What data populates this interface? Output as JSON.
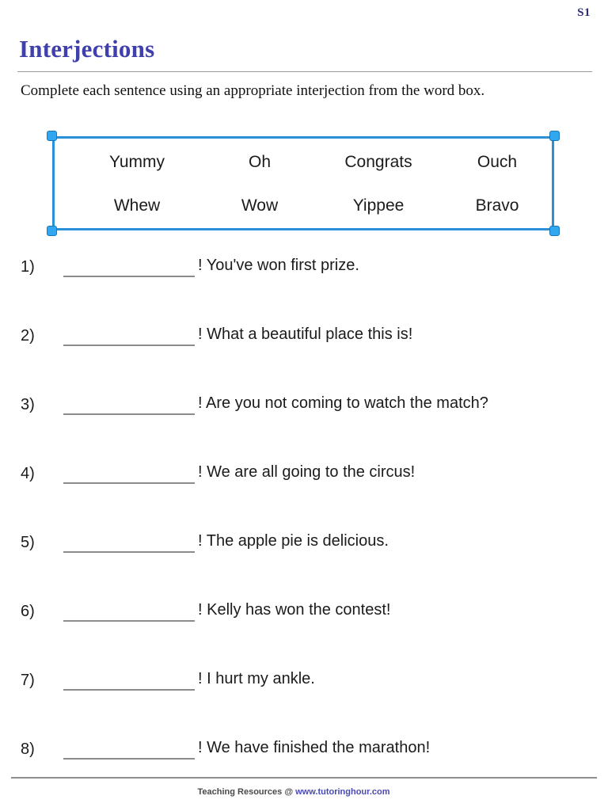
{
  "page_code": "S1",
  "title": "Interjections",
  "instruction": "Complete each sentence using an appropriate interjection from the word box.",
  "word_box": {
    "rows": [
      [
        "Yummy",
        "Oh",
        "Congrats",
        "Ouch"
      ],
      [
        "Whew",
        "Wow",
        "Yippee",
        "Bravo"
      ]
    ]
  },
  "questions": [
    {
      "number": "1)",
      "blank": "",
      "text": "! You've won first prize."
    },
    {
      "number": "2)",
      "blank": "",
      "text": "! What a beautiful place this is!"
    },
    {
      "number": "3)",
      "blank": "",
      "text": "! Are you not coming to watch the match?"
    },
    {
      "number": "4)",
      "blank": "",
      "text": "! We are all going to the circus!"
    },
    {
      "number": "5)",
      "blank": "",
      "text": "! The apple pie is delicious."
    },
    {
      "number": "6)",
      "blank": "",
      "text": "! Kelly has won the contest!"
    },
    {
      "number": "7)",
      "blank": "",
      "text": "! I hurt my ankle."
    },
    {
      "number": "8)",
      "blank": "",
      "text": "! We have finished the marathon!"
    }
  ],
  "footer": {
    "prefix": "Teaching Resources @ ",
    "url": "www.tutoringhour.com"
  },
  "colors": {
    "title": "#4040ad",
    "page_code": "#2b2b7a",
    "box_border": "#2a90d8",
    "handle": "#31a7ef",
    "rule": "#9a9a9a",
    "blank_line": "#8c8c8c",
    "footer_url": "#4a4ab4"
  }
}
